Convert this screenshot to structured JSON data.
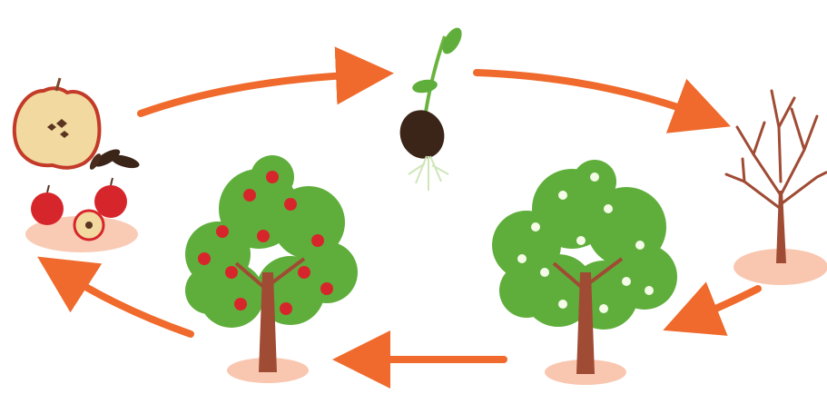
{
  "diagram": {
    "type": "life-cycle",
    "direction": "clockwise",
    "stages": [
      {
        "id": "seed-and-fruit",
        "icon": "apple-seeds-icon"
      },
      {
        "id": "seedling",
        "icon": "sprouting-seed-icon"
      },
      {
        "id": "bare-tree",
        "icon": "bare-tree-icon"
      },
      {
        "id": "flowering-tree",
        "icon": "flowering-tree-icon"
      },
      {
        "id": "fruiting-tree",
        "icon": "fruit-tree-icon"
      }
    ],
    "colors": {
      "arrow": "#ef6a2c",
      "leaf": "#5fae3b",
      "leaf_dark": "#3f8f2a",
      "trunk": "#a04b34",
      "apple": "#d7262b",
      "blossom": "#f4fbe7",
      "ground": "#f7b99c"
    }
  }
}
